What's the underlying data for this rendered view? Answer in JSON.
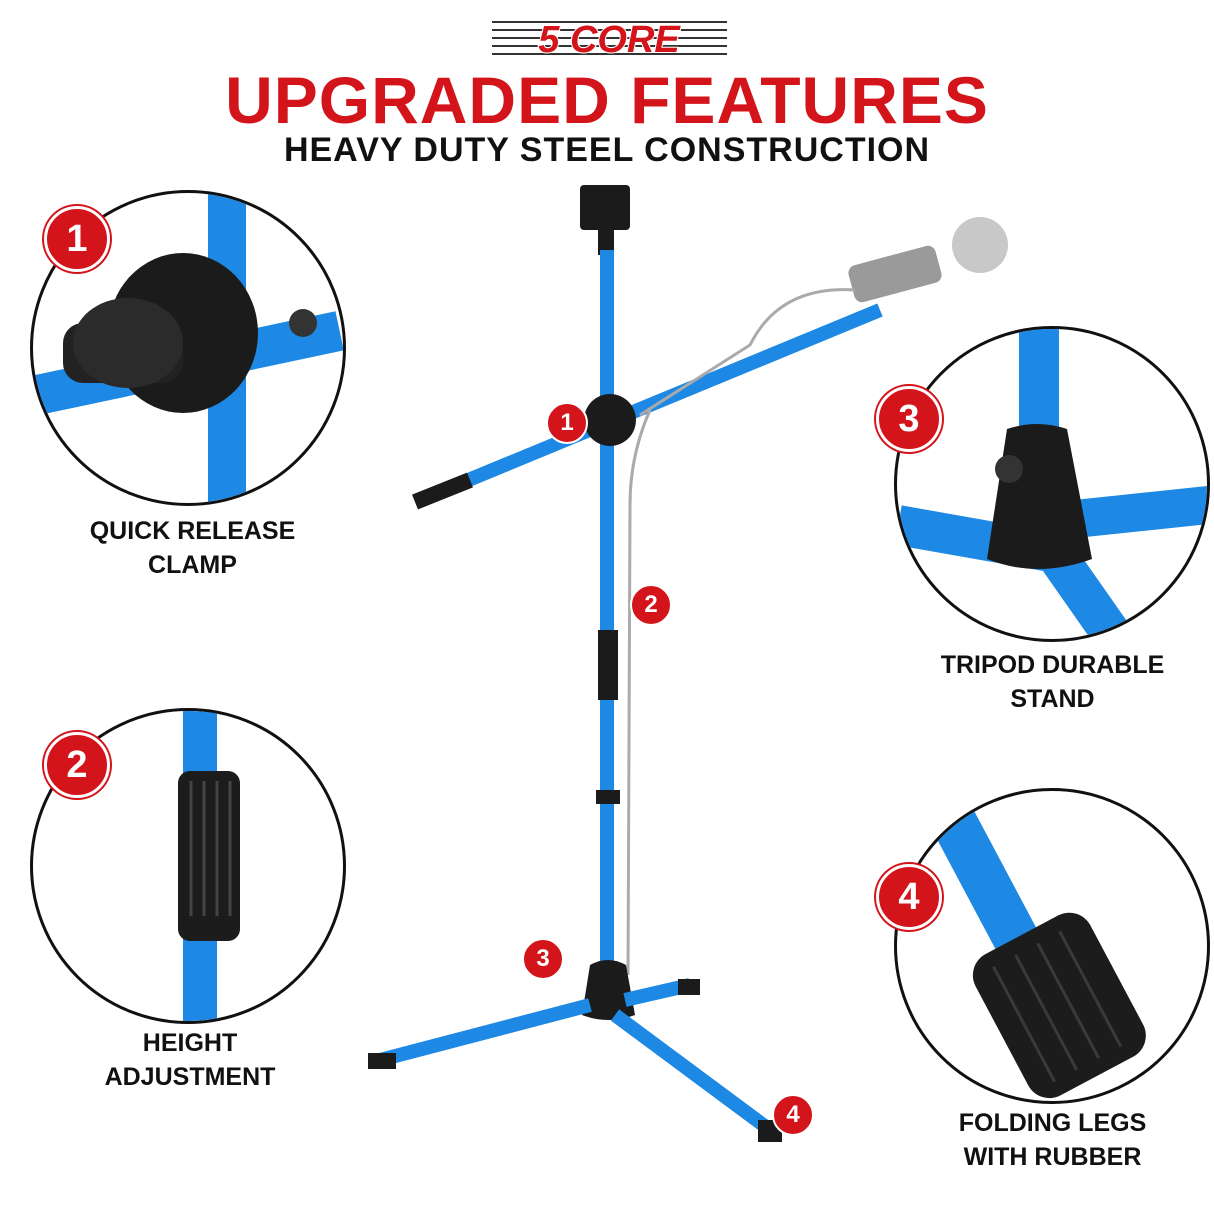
{
  "brand": {
    "logo_text": "5 CORE"
  },
  "header": {
    "title": "UPGRADED FEATURES",
    "subtitle": "HEAVY DUTY STEEL CONSTRUCTION"
  },
  "features": [
    {
      "number": "1",
      "caption": "QUICK RELEASE\nCLAMP"
    },
    {
      "number": "2",
      "caption": "HEIGHT\nADJUSTMENT"
    },
    {
      "number": "3",
      "caption": "TRIPOD DURABLE\nSTAND"
    },
    {
      "number": "4",
      "caption": "FOLDING LEGS\nWITH RUBBER"
    }
  ],
  "colors": {
    "accent_red": "#d3141b",
    "stand_blue": "#1e88e5",
    "black": "#111111"
  }
}
